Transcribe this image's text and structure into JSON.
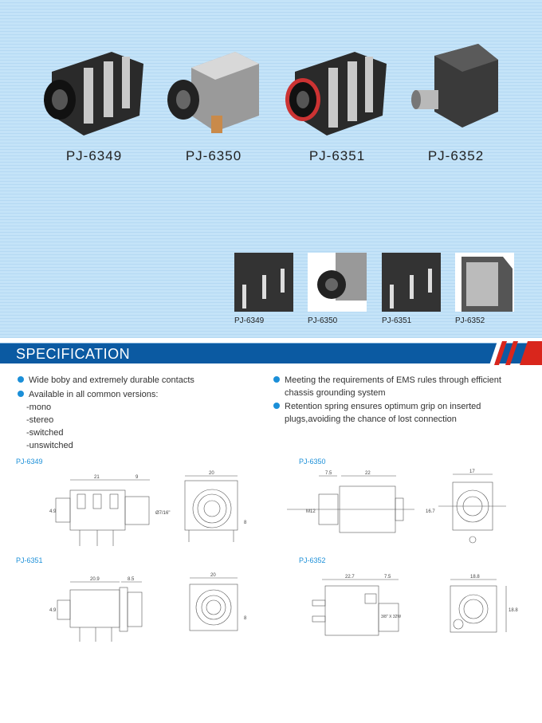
{
  "products": [
    {
      "label": "PJ-6349"
    },
    {
      "label": "PJ-6350"
    },
    {
      "label": "PJ-6351"
    },
    {
      "label": "PJ-6352"
    }
  ],
  "thumbs": [
    {
      "label": "PJ-6349"
    },
    {
      "label": "PJ-6350"
    },
    {
      "label": "PJ-6351"
    },
    {
      "label": "PJ-6352"
    }
  ],
  "section_title": "SPECIFICATION",
  "features_left": [
    "Wide boby and extremely durable contacts",
    "Available in all common versions:"
  ],
  "versions": [
    "-mono",
    "-stereo",
    "-switched",
    "-unswitched"
  ],
  "features_right": [
    [
      "Meeting the requirements of EMS rules through efficient",
      "chassis grounding system"
    ],
    [
      "Retention spring ensures optimum grip on inserted",
      "plugs,avoiding the chance of lost connection"
    ]
  ],
  "drawings": {
    "pj6349": {
      "label": "PJ-6349",
      "d1": "21",
      "d2": "9",
      "d3": "4.9",
      "d4": "Ø7/16\"",
      "d5": "20",
      "d6": "8"
    },
    "pj6350": {
      "label": "PJ-6350",
      "d1": "7.5",
      "d2": "22",
      "d3": "M12",
      "d4": "16.7",
      "d5": "17"
    },
    "pj6351": {
      "label": "PJ-6351",
      "d1": "20.9",
      "d2": "8.5",
      "d3": "4.9",
      "d4": "20",
      "d5": "8"
    },
    "pj6352": {
      "label": "PJ-6352",
      "d1": "22.7",
      "d2": "7.5",
      "d3": "3/8\" X 32W",
      "d4": "18.8",
      "d5": "18.8"
    }
  },
  "colors": {
    "band": "#0b5aa2",
    "accent": "#1b8fd8",
    "stripe": "#d9261c"
  }
}
